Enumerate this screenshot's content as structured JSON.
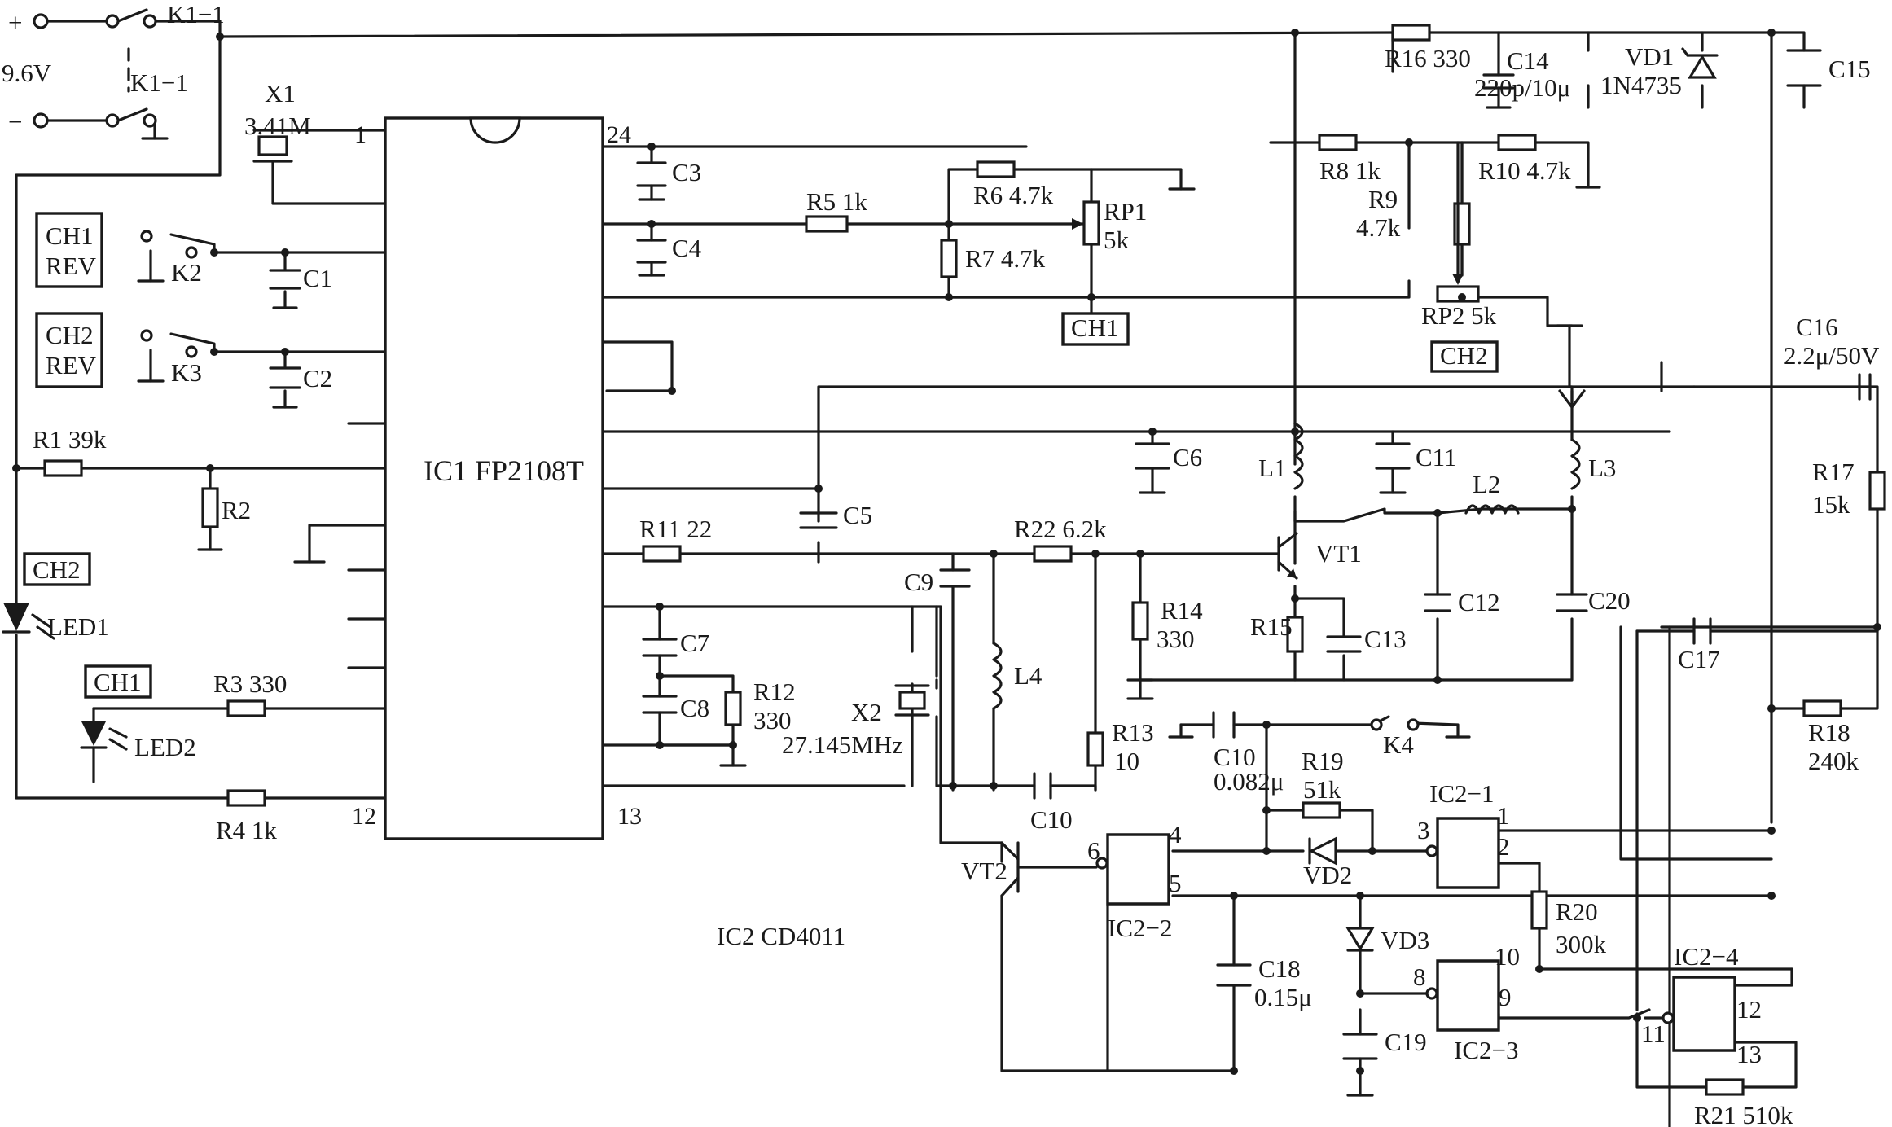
{
  "power": {
    "plus": "+",
    "minus": "−",
    "voltage": "9.6V",
    "switch_top": "K1−1",
    "switch_bottom": "K1−1"
  },
  "ic1": {
    "name": "IC1 FP2108T",
    "pin1": "1",
    "pin24": "24",
    "pin12": "12",
    "pin13": "13"
  },
  "ic2_title": "IC2 CD4011",
  "x1": {
    "name": "X1",
    "value": "3.41M"
  },
  "x2": {
    "name": "X2",
    "value": "27.145MHz"
  },
  "boxes": {
    "ch1rev_a": "CH1",
    "ch1rev_b": "REV",
    "ch2rev_a": "CH2",
    "ch2rev_b": "REV",
    "ch2_led": "CH2",
    "ch1_led": "CH1",
    "ch1_pot": "CH1",
    "ch2_pot": "CH2"
  },
  "labels": {
    "k2": "K2",
    "k3": "K3",
    "k4": "K4",
    "c1": "C1",
    "c2": "C2",
    "c3": "C3",
    "c4": "C4",
    "c5": "C5",
    "c6": "C6",
    "c7": "C7",
    "c8": "C8",
    "c9": "C9",
    "c10": "C10",
    "c10_lower": "C10",
    "c10_value": "0.082μ",
    "c11": "C11",
    "c12": "C12",
    "c13": "C13",
    "c14": "C14",
    "c14_value": "220p/10μ",
    "c15": "C15",
    "c16": "C16",
    "c16_value": "2.2μ/50V",
    "c17": "C17",
    "c18": "C18",
    "c18_value": "0.15μ",
    "c19": "C19",
    "c20": "C20",
    "r1": "R1 39k",
    "r2": "R2",
    "r3": "R3 330",
    "r4": "R4 1k",
    "r5": "R5 1k",
    "r6": "R6 4.7k",
    "r7": "R7 4.7k",
    "r8": "R8 1k",
    "r9": "R9",
    "r9_value": "4.7k",
    "r10": "R10 4.7k",
    "r11": "R11 22",
    "r12": "R12",
    "r12_value": "330",
    "r13": "R13",
    "r13_value": "10",
    "r14": "R14",
    "r14_value": "330",
    "r15": "R15",
    "r16": "R16 330",
    "r17": "R17",
    "r17_value": "15k",
    "r18": "R18",
    "r18_value": "240k",
    "r19": "R19",
    "r19_value": "51k",
    "r20": "R20",
    "r20_value": "300k",
    "r21": "R21 510k",
    "r22": "R22 6.2k",
    "rp1": "RP1",
    "rp1_value": "5k",
    "rp2": "RP2 5k",
    "vd1": "VD1",
    "vd1_value": "1N4735",
    "vd2": "VD2",
    "vd3": "VD3",
    "led1": "LED1",
    "led2": "LED2",
    "vt1": "VT1",
    "vt2": "VT2",
    "l1": "L1",
    "l2": "L2",
    "l3": "L3",
    "l4": "L4",
    "ic2_1": "IC2−1",
    "ic2_2": "IC2−2",
    "ic2_3": "IC2−3",
    "ic2_4": "IC2−4",
    "p1": "1",
    "p2": "2",
    "p3": "3",
    "p4": "4",
    "p5": "5",
    "p6": "6",
    "p8": "8",
    "p9": "9",
    "p10": "10",
    "p11": "11",
    "p12": "12",
    "p13": "13"
  }
}
